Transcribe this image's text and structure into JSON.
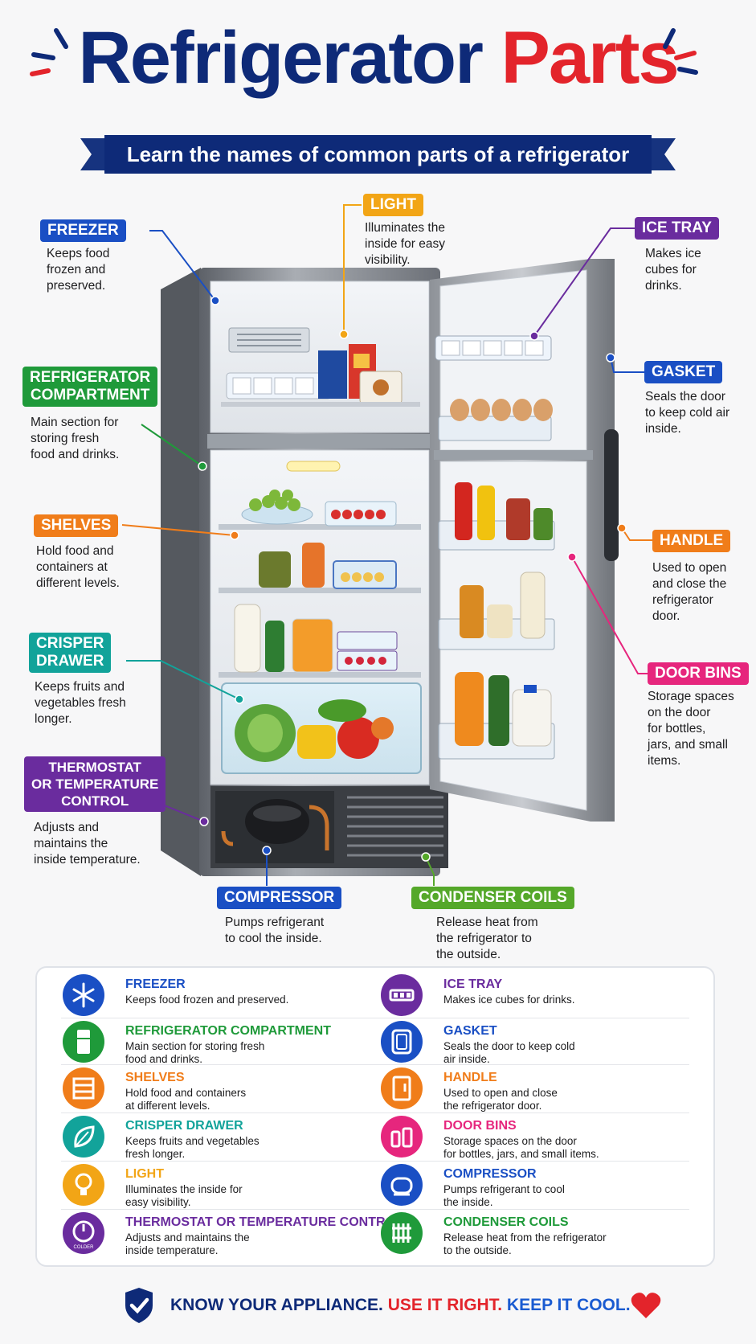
{
  "title": {
    "part1": "Refrigerator",
    "part2": "Parts"
  },
  "subtitle": "Learn the names of common parts of a refrigerator",
  "colors": {
    "navy": "#0e2a78",
    "red": "#e3242b",
    "blue": "#1a4fc4",
    "green": "#1f9a3a",
    "orange": "#f07d1a",
    "teal": "#12a39a",
    "yellow": "#f2a516",
    "purple": "#6a2c9e",
    "pink": "#e6267d",
    "lime": "#55a82a"
  },
  "callouts": {
    "freezer": {
      "label": "FREEZER",
      "desc": "Keeps food\nfrozen and\npreserved."
    },
    "light": {
      "label": "LIGHT",
      "desc": "Illuminates the\ninside for easy\nvisibility."
    },
    "ice_tray": {
      "label": "ICE TRAY",
      "desc": "Makes ice\ncubes for\ndrinks."
    },
    "fridge": {
      "label_line1": "REFRIGERATOR",
      "label_line2": "COMPARTMENT",
      "desc": "Main section for\nstoring fresh\nfood and drinks."
    },
    "gasket": {
      "label": "GASKET",
      "desc": "Seals the door\nto keep cold air\ninside."
    },
    "shelves": {
      "label": "SHELVES",
      "desc": "Hold food and\ncontainers at\ndifferent levels."
    },
    "handle": {
      "label": "HANDLE",
      "desc": "Used to open\nand close the\nrefrigerator\ndoor."
    },
    "crisper": {
      "label_line1": "CRISPER",
      "label_line2": "DRAWER",
      "desc": "Keeps fruits and\nvegetables fresh\nlonger."
    },
    "door_bins": {
      "label": "DOOR BINS",
      "desc": "Storage spaces\non the door\nfor bottles,\njars, and small\nitems."
    },
    "thermostat": {
      "label_line1": "THERMOSTAT",
      "label_line2": "OR TEMPERATURE",
      "label_line3": "CONTROL",
      "desc": "Adjusts and\nmaintains the\ninside temperature."
    },
    "compressor": {
      "label": "COMPRESSOR",
      "desc": "Pumps refrigerant\nto cool the inside."
    },
    "condenser": {
      "label": "CONDENSER COILS",
      "desc": "Release heat from\nthe refrigerator to\nthe outside."
    }
  },
  "legend": {
    "left": [
      {
        "icon": "snowflake-icon",
        "name": "FREEZER",
        "desc": "Keeps food frozen and preserved.",
        "color": "#1a4fc4"
      },
      {
        "icon": "fridge-icon",
        "name": "REFRIGERATOR COMPARTMENT",
        "desc": "Main section for storing fresh\nfood and drinks.",
        "color": "#1f9a3a"
      },
      {
        "icon": "shelves-icon",
        "name": "SHELVES",
        "desc": "Hold food and containers\nat different levels.",
        "color": "#f07d1a"
      },
      {
        "icon": "leaf-icon",
        "name": "CRISPER DRAWER",
        "desc": "Keeps fruits and vegetables\nfresh longer.",
        "color": "#12a39a"
      },
      {
        "icon": "lightbulb-icon",
        "name": "LIGHT",
        "desc": "Illuminates the inside for\neasy visibility.",
        "color": "#f2a516"
      },
      {
        "icon": "dial-icon",
        "name": "THERMOSTAT OR TEMPERATURE CONTROL",
        "desc": "Adjusts and maintains the\ninside temperature.",
        "color": "#6a2c9e",
        "icon_label": "COLDER"
      }
    ],
    "right": [
      {
        "icon": "ice-tray-icon",
        "name": "ICE TRAY",
        "desc": "Makes ice cubes for drinks.",
        "color": "#6a2c9e"
      },
      {
        "icon": "gasket-icon",
        "name": "GASKET",
        "desc": "Seals the door to keep cold\nair inside.",
        "color": "#1a4fc4"
      },
      {
        "icon": "handle-icon",
        "name": "HANDLE",
        "desc": "Used to open and close\nthe refrigerator door.",
        "color": "#f07d1a"
      },
      {
        "icon": "bottles-icon",
        "name": "DOOR BINS",
        "desc": "Storage spaces on the door\nfor bottles, jars, and small items.",
        "color": "#e6267d"
      },
      {
        "icon": "compressor-icon",
        "name": "COMPRESSOR",
        "desc": "Pumps refrigerant to cool\nthe inside.",
        "color": "#1a4fc4"
      },
      {
        "icon": "coils-icon",
        "name": "CONDENSER COILS",
        "desc": "Release heat from the refrigerator\nto the outside.",
        "color": "#1f9a3a"
      }
    ]
  },
  "footer": {
    "part1": "KNOW YOUR APPLIANCE.",
    "part2": "USE IT RIGHT.",
    "part3": "KEEP IT COOL."
  }
}
